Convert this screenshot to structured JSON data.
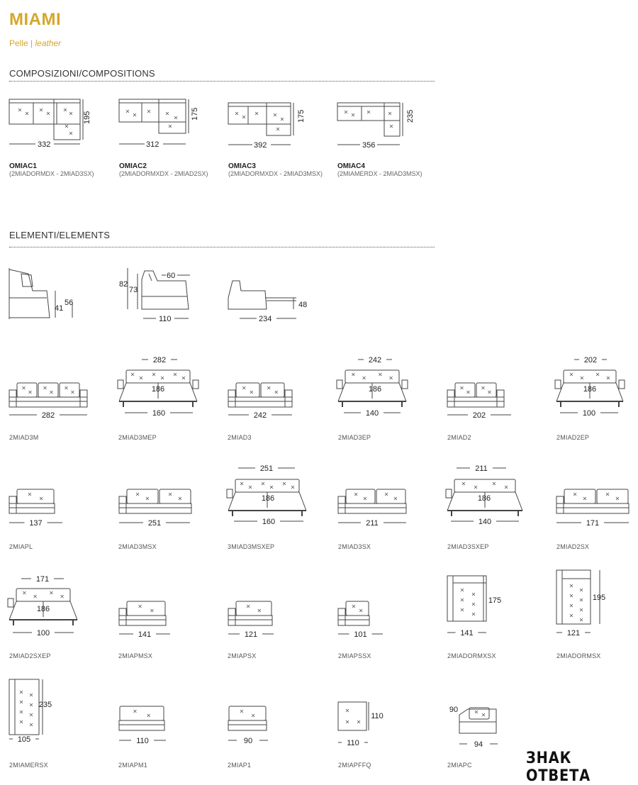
{
  "header": {
    "title": "MIAMI",
    "material_it": "Pelle",
    "separator": " | ",
    "material_en": "leather"
  },
  "sections": {
    "compositions_title": "COMPOSIZIONI/COMPOSITIONS",
    "elements_title": "ELEMENTI/ELEMENTS"
  },
  "compositions": [
    {
      "code": "OMIAC1",
      "parts": "(2MIADORMDX - 2MIAD3SX)",
      "width": "332",
      "depth": "195"
    },
    {
      "code": "OMIAC2",
      "parts": "(2MIADORMXDX - 2MIAD2SX)",
      "width": "312",
      "depth": "175"
    },
    {
      "code": "OMIAC3",
      "parts": "(2MIADORMXDX - 2MIAD3MSX)",
      "width": "392",
      "depth": "175"
    },
    {
      "code": "OMIAC4",
      "parts": "(2MIAMERDX - 2MIAD3MSX)",
      "width": "356",
      "depth": "235"
    }
  ],
  "side_views": {
    "arm_height": "56",
    "seat_height": "41",
    "back_height": "82",
    "inner_height": "73",
    "top_depth": "60",
    "depth": "110",
    "open_depth": "234",
    "bed_height": "48"
  },
  "elements": {
    "row1": [
      {
        "code": "2MIAD3M",
        "width": "282"
      },
      {
        "code": "2MIAD3MEP",
        "top": "282",
        "mid": "186",
        "width": "160"
      },
      {
        "code": "2MIAD3",
        "width": "242"
      },
      {
        "code": "2MIAD3EP",
        "top": "242",
        "mid": "186",
        "width": "140"
      },
      {
        "code": "2MIAD2",
        "width": "202"
      },
      {
        "code": "2MIAD2EP",
        "top": "202",
        "mid": "186",
        "width": "100"
      }
    ],
    "row2": [
      {
        "code": "2MIAPL",
        "width": "137"
      },
      {
        "code": "2MIAD3MSX",
        "width": "251"
      },
      {
        "code": "3MIAD3MSXEP",
        "top": "251",
        "mid": "186",
        "width": "160"
      },
      {
        "code": "2MIAD3SX",
        "width": "211"
      },
      {
        "code": "2MIAD3SXEP",
        "top": "211",
        "mid": "186",
        "width": "140"
      },
      {
        "code": "2MIAD2SX",
        "width": "171"
      }
    ],
    "row3": [
      {
        "code": "2MIAD2SXEP",
        "top": "171",
        "mid": "186",
        "width": "100"
      },
      {
        "code": "2MIAPMSX",
        "width": "141"
      },
      {
        "code": "2MIAPSX",
        "width": "121"
      },
      {
        "code": "2MIAPSSX",
        "width": "101"
      },
      {
        "code": "2MIADORMXSX",
        "width": "141",
        "depth": "175"
      },
      {
        "code": "2MIADORMSX",
        "width": "121",
        "depth": "195"
      }
    ],
    "row4": [
      {
        "code": "2MIAMERSX",
        "width": "105",
        "depth": "235"
      },
      {
        "code": "2MIAPM1",
        "width": "110"
      },
      {
        "code": "2MIAP1",
        "width": "90"
      },
      {
        "code": "2MIAPFFQ",
        "width": "110",
        "depth": "110"
      },
      {
        "code": "2MIAPC",
        "width": "94",
        "corner": "90"
      }
    ]
  },
  "stamp": "ЗНАК ОТВЕТА"
}
